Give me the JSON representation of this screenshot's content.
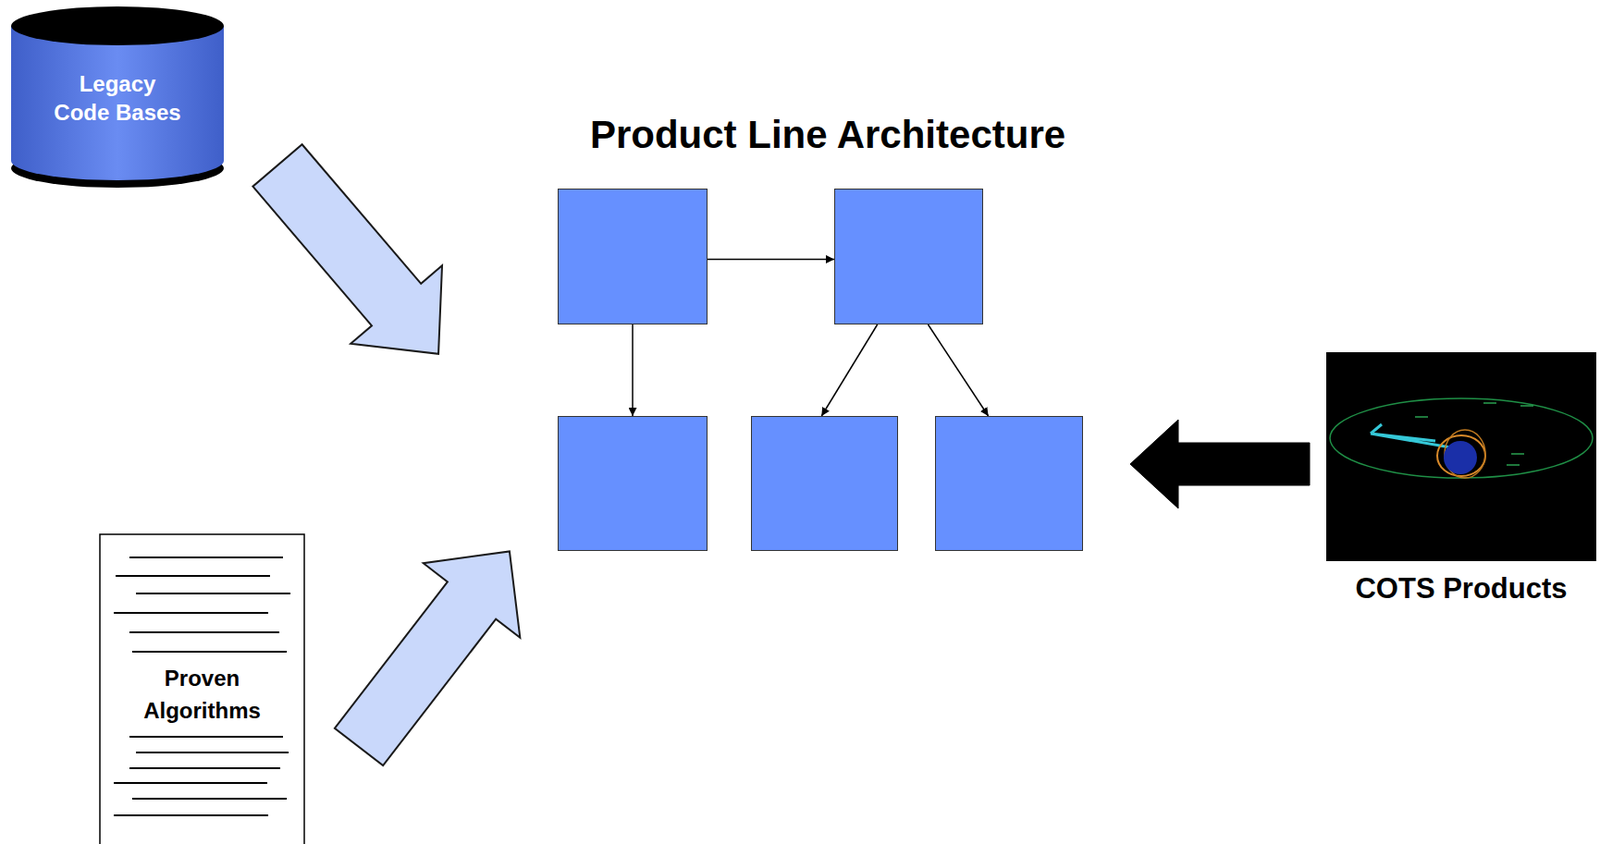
{
  "diagram": {
    "title": "Product Line Architecture",
    "nodes": [
      {
        "text": [
          "Legacy Code Bases"
        ]
      },
      {
        "text": []
      },
      {
        "text": []
      },
      {
        "text": [
          "COTS Products"
        ]
      },
      {
        "text": []
      },
      {
        "text": []
      },
      {
        "text": []
      },
      {
        "text": [
          "Proven Algorithms"
        ]
      }
    ],
    "edges": [
      {
        "from": 1,
        "to": 2,
        "arrow": "to"
      },
      {
        "from": 1,
        "to": 4,
        "arrow": "to"
      },
      {
        "from": 2,
        "to": 5,
        "arrow": "to"
      },
      {
        "from": 2,
        "to": 6,
        "arrow": "to"
      }
    ]
  }
}
